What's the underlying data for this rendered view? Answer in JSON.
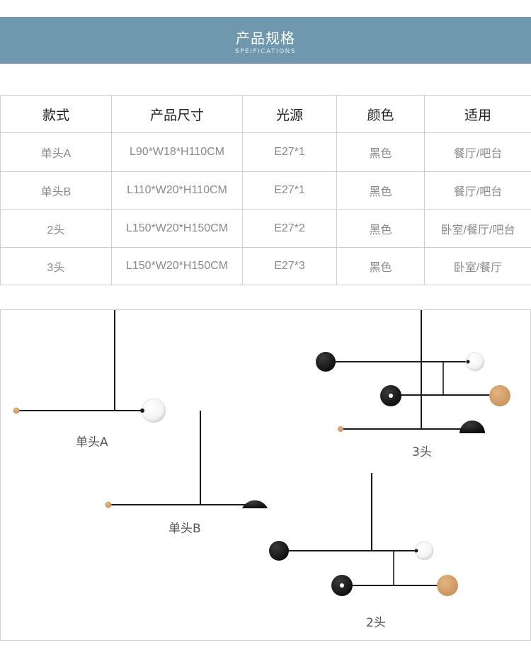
{
  "header": {
    "title": "产品规格",
    "subtitle": "SPEIFICATIONS"
  },
  "specs": {
    "columns": [
      "款式",
      "产品尺寸",
      "光源",
      "颜色",
      "适用"
    ],
    "rows": [
      [
        "单头A",
        "L90*W18*H110CM",
        "E27*1",
        "黑色",
        "餐厅/吧台"
      ],
      [
        "单头B",
        "L110*W20*H110CM",
        "E27*1",
        "黑色",
        "餐厅/吧台"
      ],
      [
        "2头",
        "L150*W20*H150CM",
        "E27*2",
        "黑色",
        "卧室/餐厅/吧台"
      ],
      [
        "3头",
        "L150*W20*H150CM",
        "E27*3",
        "黑色",
        "卧室/餐厅"
      ]
    ]
  },
  "gallery": {
    "captions": {
      "single_a": "单头A",
      "single_b": "单头B",
      "three_head": "3头",
      "two_head": "2头"
    }
  },
  "colors": {
    "banner": "#6f97ad",
    "metal": "#1a1a1a",
    "wood": "#d4a06a",
    "glass": "#ffffff"
  }
}
